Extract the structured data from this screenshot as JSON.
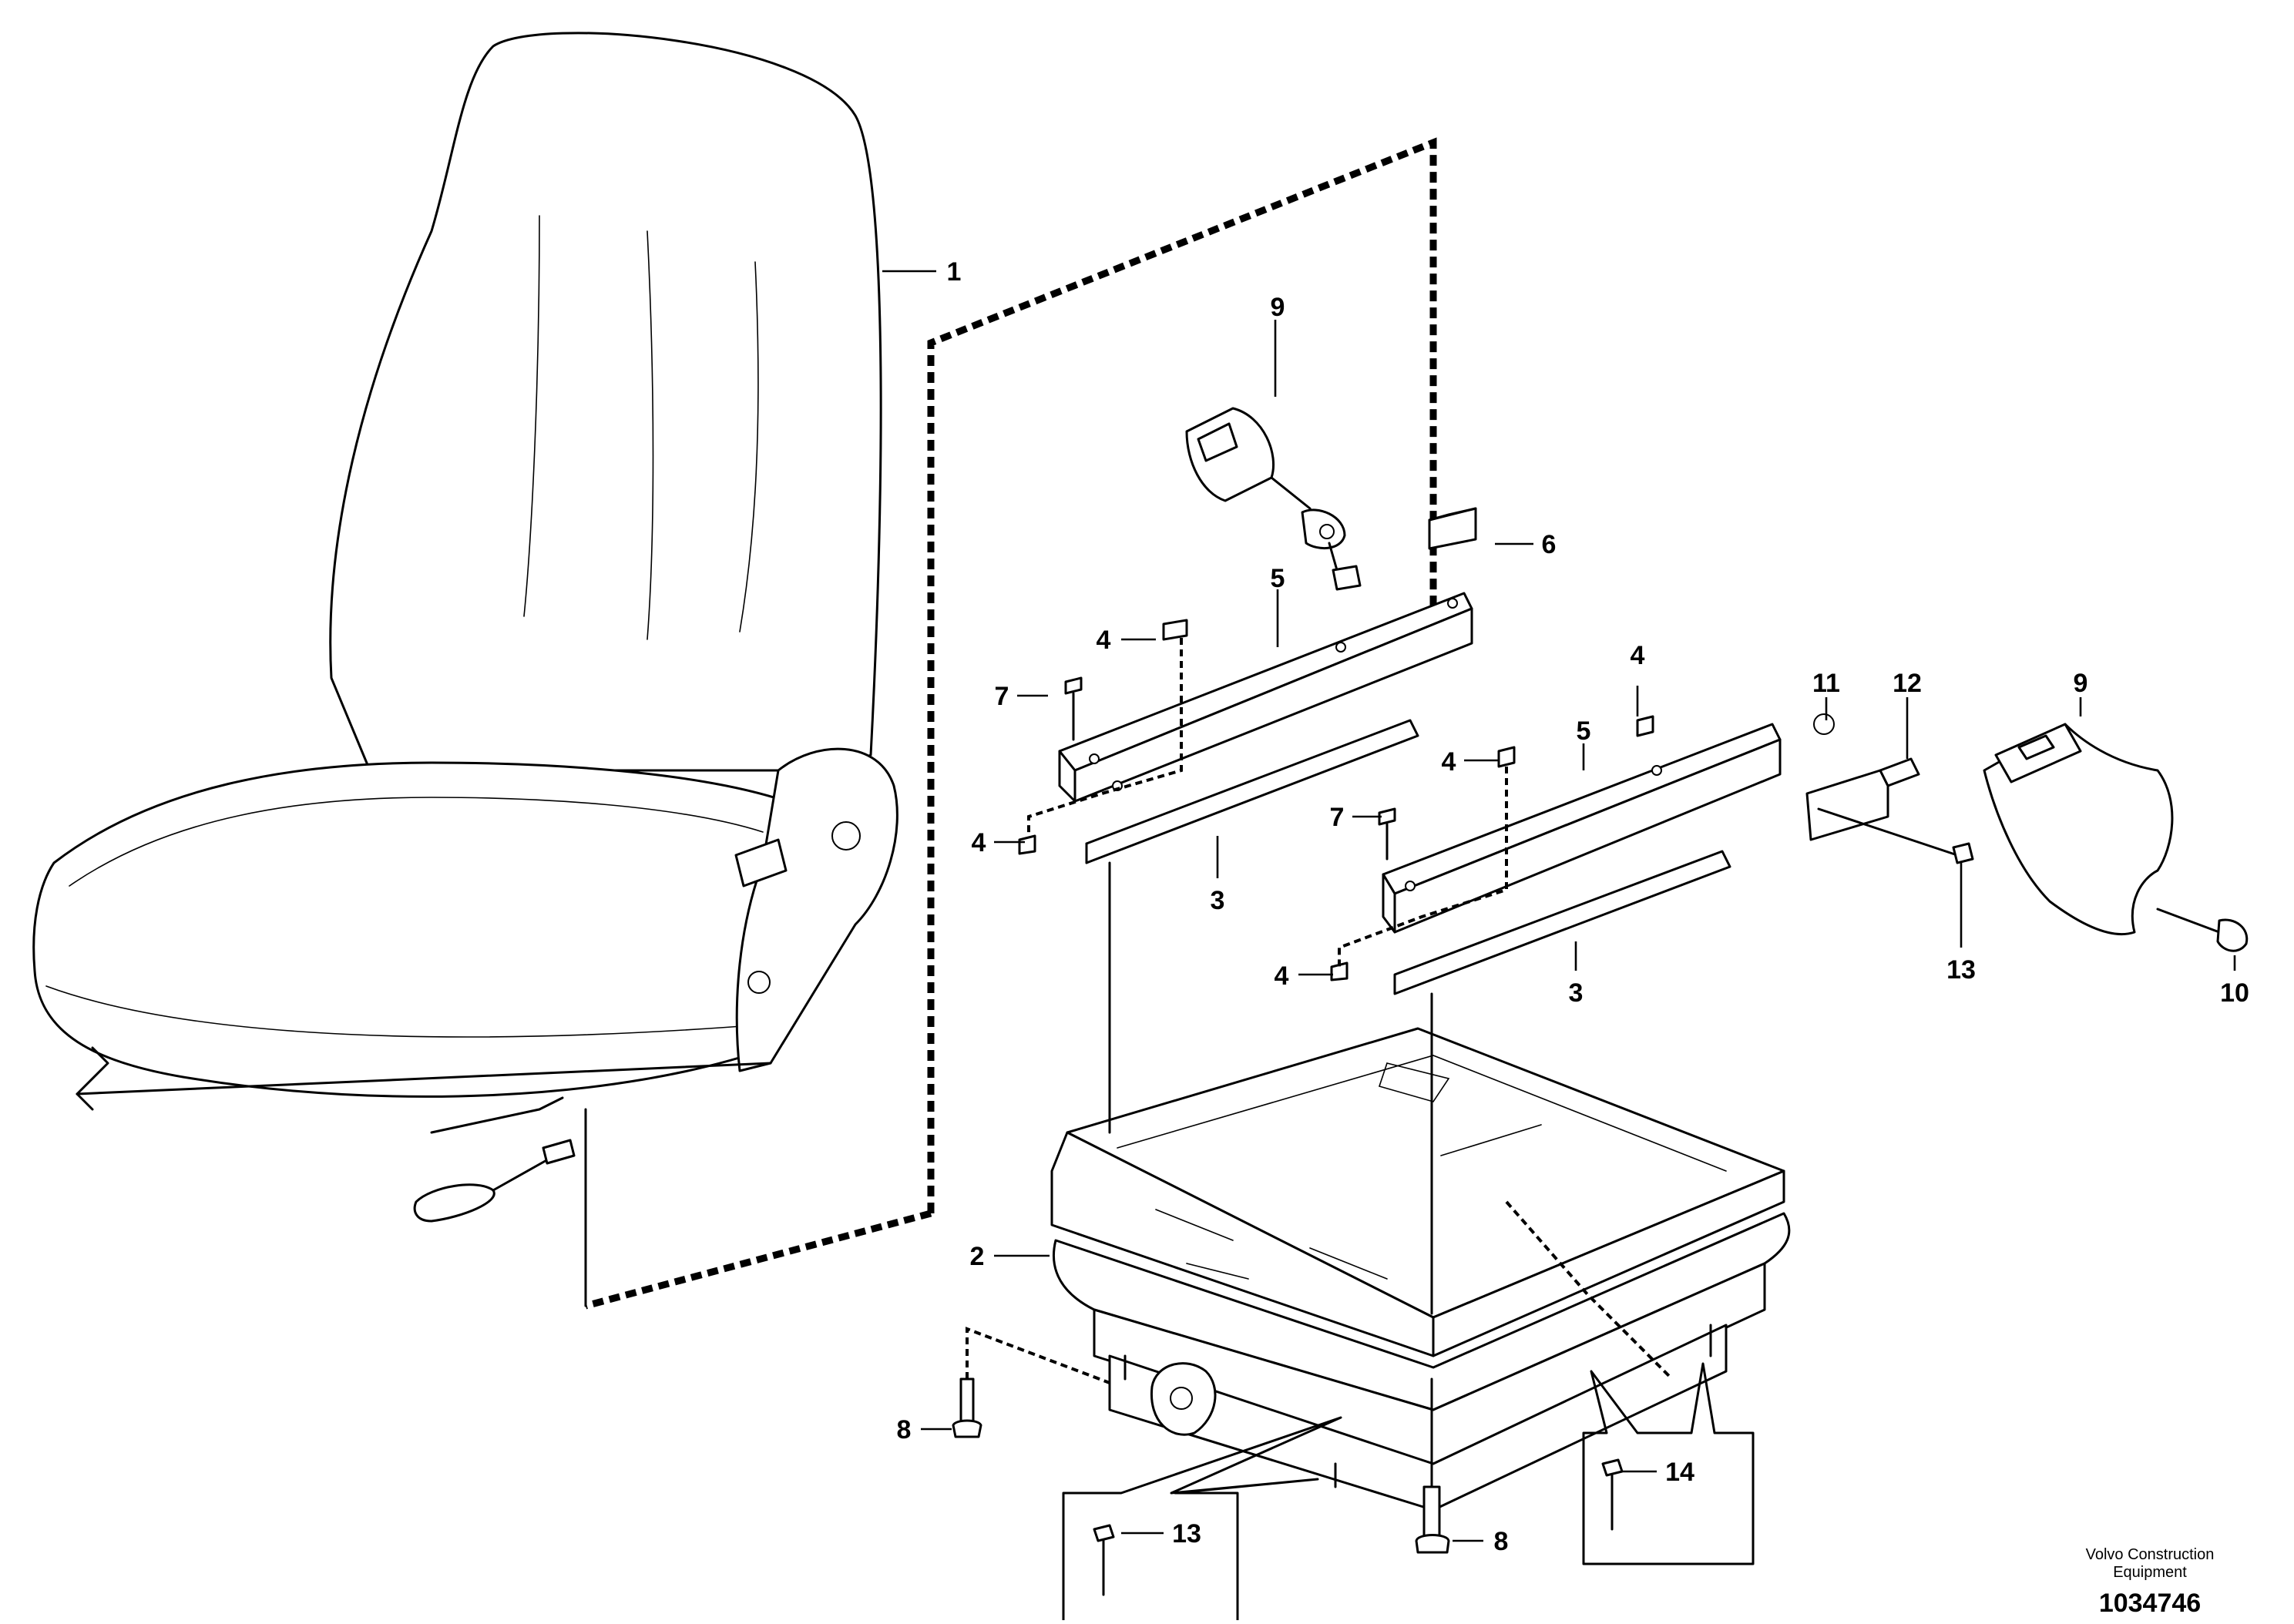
{
  "callouts": {
    "c1": "1",
    "c2": "2",
    "c3a": "3",
    "c3b": "3",
    "c4a": "4",
    "c4b": "4",
    "c4c": "4",
    "c4d": "4",
    "c4e": "4",
    "c5a": "5",
    "c5b": "5",
    "c6": "6",
    "c7a": "7",
    "c7b": "7",
    "c8a": "8",
    "c8b": "8",
    "c9a": "9",
    "c9b": "9",
    "c10": "10",
    "c11": "11",
    "c12": "12",
    "c13a": "13",
    "c13b": "13",
    "c14": "14"
  },
  "credit": {
    "line1": "Volvo Construction",
    "line2": "Equipment",
    "document_number": "1034746"
  }
}
